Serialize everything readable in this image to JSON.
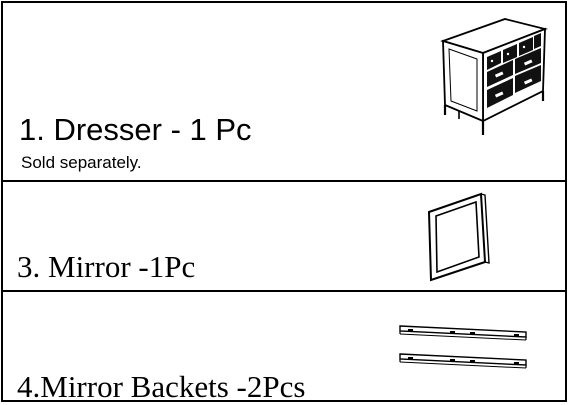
{
  "items": [
    {
      "title": "1. Dresser - 1 Pc",
      "note": "Sold separately.",
      "icon": "dresser-icon"
    },
    {
      "title": "3. Mirror -1Pc",
      "icon": "mirror-icon"
    },
    {
      "title": "4.Mirror Backets -2Pcs",
      "icon": "mirror-brackets-icon"
    }
  ]
}
